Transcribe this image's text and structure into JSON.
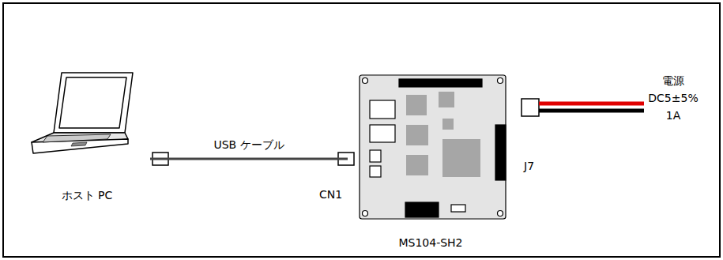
{
  "diagram": {
    "nodes": [
      {
        "text": [
          "ホスト PC"
        ]
      },
      {
        "text": [
          "MS104-SH2"
        ]
      }
    ],
    "edges": [
      {
        "from": 0,
        "to": 1,
        "arrow": "none",
        "label": "USB ケーブル"
      }
    ],
    "labels": [
      "CN1",
      "J7",
      "電源",
      "DC5±5%",
      "1A"
    ]
  }
}
